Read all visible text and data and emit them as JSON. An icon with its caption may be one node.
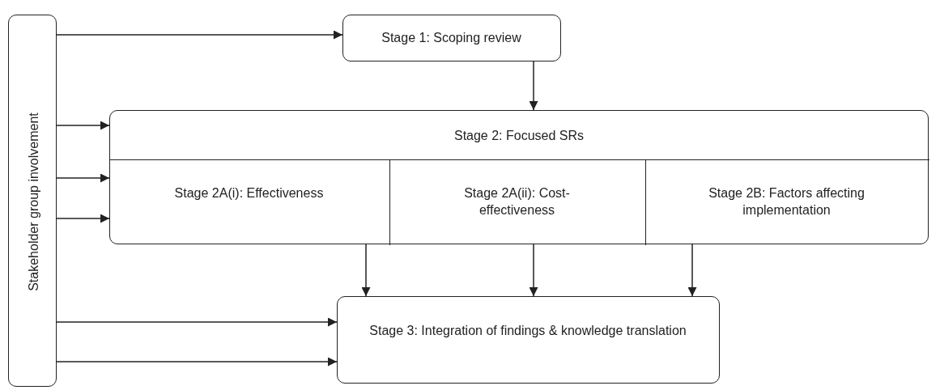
{
  "diagram": {
    "nodes": [
      {
        "text": [
          "Stakeholder group involvement"
        ]
      },
      {
        "text": [
          "Stage 1: Scoping review"
        ]
      },
      {
        "text": [
          "Stage 2: Focused SRs"
        ]
      },
      {
        "text": [
          "Stage 2A(i): Effectiveness"
        ],
        "in": 2
      },
      {
        "text": [
          "Stage 2A(ii): Cost-effectiveness"
        ],
        "in": 2
      },
      {
        "text": [
          "Stage 2B: Factors affecting implementation"
        ],
        "in": 2
      },
      {
        "text": [
          "Stage 3: Integration of findings & knowledge translation"
        ]
      }
    ],
    "edges": [
      {
        "from": 0,
        "to": 1,
        "arrow": "to"
      },
      {
        "from": 1,
        "to": 2,
        "arrow": "to"
      },
      {
        "from": 0,
        "to": 2,
        "arrow": "to"
      },
      {
        "from": 0,
        "to": 3,
        "arrow": "to"
      },
      {
        "from": 0,
        "to": 3,
        "arrow": "to"
      },
      {
        "from": 3,
        "to": 6,
        "arrow": "to"
      },
      {
        "from": 4,
        "to": 6,
        "arrow": "to"
      },
      {
        "from": 5,
        "to": 6,
        "arrow": "to"
      },
      {
        "from": 0,
        "to": 6,
        "arrow": "to"
      },
      {
        "from": 0,
        "to": 6,
        "arrow": "to"
      }
    ]
  }
}
